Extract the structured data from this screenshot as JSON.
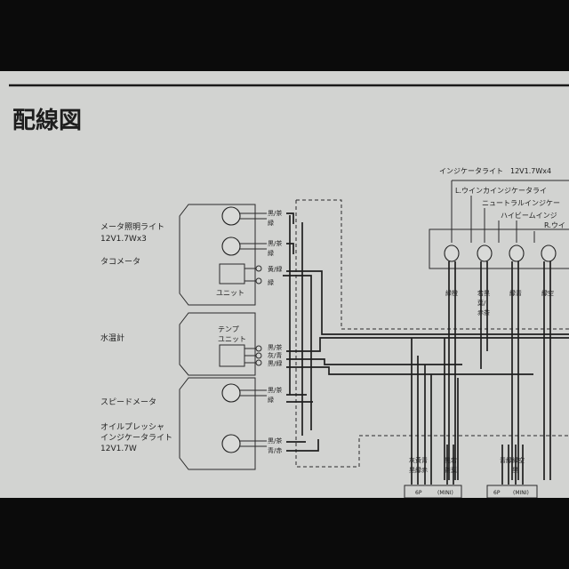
{
  "title": "配線図",
  "left_labels": {
    "meter_light_name": "メータ照明ライト",
    "meter_light_spec": "12V1.7Wx3",
    "tacho": "タコメータ",
    "water_temp": "水温計",
    "speed": "スピードメータ",
    "oil_name": "オイルプレッシャ",
    "oil_name2": "インジケータライト",
    "oil_spec": "12V1.7W"
  },
  "units": {
    "tacho_unit": "ユニット",
    "temp_unit_1": "テンプ",
    "temp_unit_2": "ユニット"
  },
  "wire_labels": {
    "w1": "黒/茶",
    "w2": "緑",
    "w3": "黒/茶",
    "w4": "緑",
    "w5": "黄/緑",
    "w6": "緑",
    "w7": "黒/茶",
    "w8": "灰/青",
    "w9": "黒/緑",
    "w10": "黒/茶",
    "w11": "緑",
    "w12": "黒/茶",
    "w13": "青/赤"
  },
  "right_labels": {
    "indicator_title": "インジケータライト　12V1.7Wx4",
    "l_winker": "L.ウインカインジケータライ",
    "neutral": "ニュートラルインジケー",
    "highbeam": "ハイビームインジ",
    "r_winker": "R.ウイ"
  },
  "bulb_wires": {
    "b1": "緑橙",
    "b2a": "若黒",
    "b2b": "葉/",
    "b2c": "赤茶",
    "b3": "緑青",
    "b4": "緑空"
  },
  "bottom_labels": {
    "c1": "灰黄青",
    "c1b": "黒緑赤",
    "c2": "黒若",
    "c2b": "茶葉",
    "c3": "青緑緑空",
    "c3b": "黒",
    "con_a": "6P",
    "con_b": "(MINI)",
    "con_c": "6P",
    "con_d": "(MINI)"
  }
}
